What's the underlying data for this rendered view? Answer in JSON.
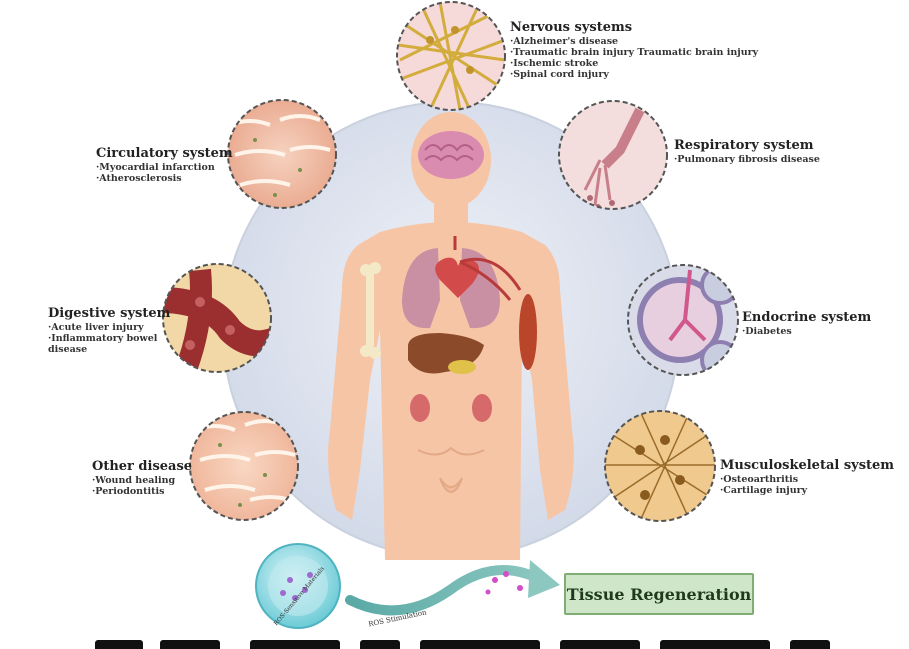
{
  "systems": {
    "nervous": {
      "title": "Nervous systems",
      "items": [
        "·Alzheimer's disease",
        "·Traumatic brain injury Traumatic brain injury",
        "·Ischemic stroke",
        "·Spinal cord injury"
      ]
    },
    "respiratory": {
      "title": "Respiratory system",
      "items": [
        "·Pulmonary fibrosis disease"
      ]
    },
    "endocrine": {
      "title": "Endocrine system",
      "items": [
        "·Diabetes"
      ]
    },
    "musculoskeletal": {
      "title": "Musculoskeletal system",
      "items": [
        "·Osteoarthritis",
        "·Cartilage injury"
      ]
    },
    "circulatory": {
      "title": "Circulatory system",
      "items": [
        "·Myocardial infarction",
        "·Atherosclerosis"
      ]
    },
    "digestive": {
      "title": "Digestive system",
      "items": [
        "·Acute liver injury",
        "·Inflammatory bowel",
        "disease"
      ]
    },
    "other": {
      "title": "Other disease",
      "items": [
        "·Wound healing",
        "·Periodontitis"
      ]
    }
  },
  "bottom": {
    "material_label": "ROS-Sensitive Materials",
    "arrow_label": "ROS Stimulation",
    "outcome": "Tissue Regeneration"
  },
  "colors": {
    "big_circle": "#dde3ef",
    "body": "#f6c5a6",
    "dashed_ring": "#555555",
    "regen_fill": "#cfe6c9",
    "regen_border": "#7fae74"
  }
}
